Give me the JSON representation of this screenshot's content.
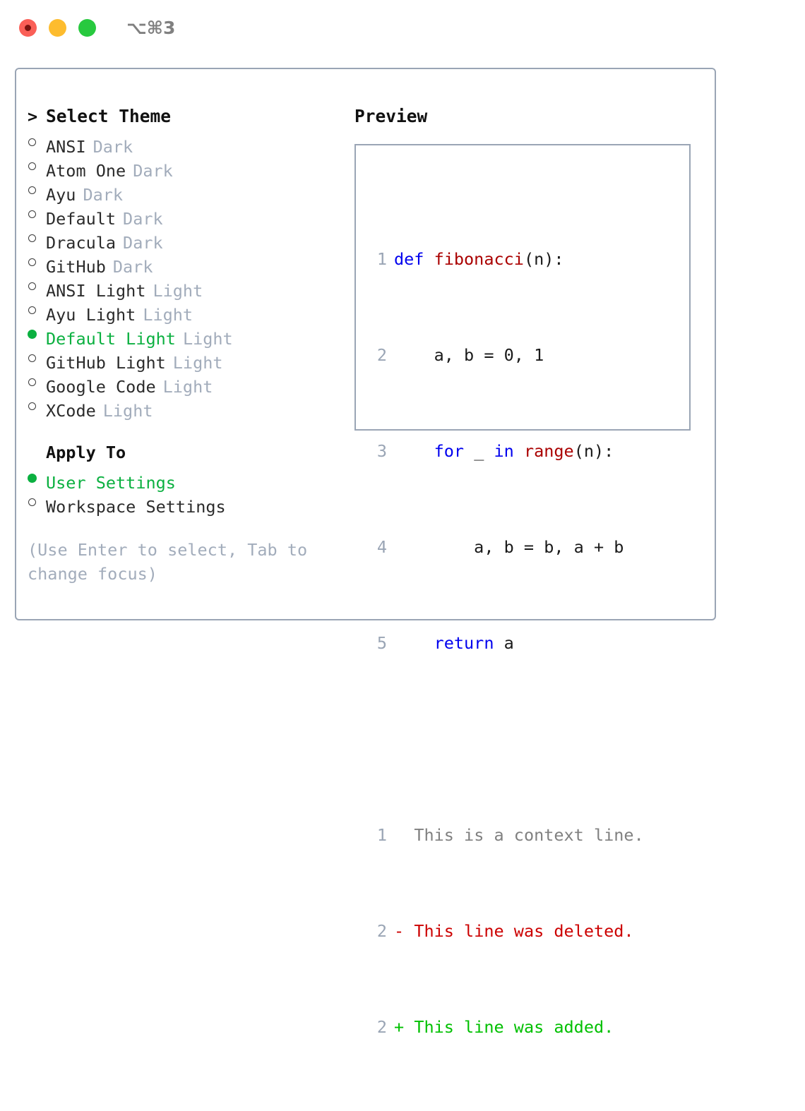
{
  "titlebar": {
    "shortcut": "⌥⌘3",
    "buttons": [
      {
        "name": "close",
        "color": "#fa5f57"
      },
      {
        "name": "minimize",
        "color": "#fdbc2e"
      },
      {
        "name": "zoom",
        "color": "#28c93f"
      }
    ]
  },
  "theme_picker": {
    "header_marker": ">",
    "header": "Select Theme",
    "items": [
      {
        "marker": "o",
        "label": "ANSI",
        "tag": "Dark",
        "selected": false
      },
      {
        "marker": "o",
        "label": "Atom One",
        "tag": "Dark",
        "selected": false
      },
      {
        "marker": "o",
        "label": "Ayu",
        "tag": "Dark",
        "selected": false
      },
      {
        "marker": "o",
        "label": "Default",
        "tag": "Dark",
        "selected": false
      },
      {
        "marker": "o",
        "label": "Dracula",
        "tag": "Dark",
        "selected": false
      },
      {
        "marker": "o",
        "label": "GitHub",
        "tag": "Dark",
        "selected": false
      },
      {
        "marker": "o",
        "label": "ANSI Light",
        "tag": "Light",
        "selected": false
      },
      {
        "marker": "o",
        "label": "Ayu Light",
        "tag": "Light",
        "selected": false
      },
      {
        "marker": "●",
        "label": "Default Light",
        "tag": "Light",
        "selected": true
      },
      {
        "marker": "o",
        "label": "GitHub Light",
        "tag": "Light",
        "selected": false
      },
      {
        "marker": "o",
        "label": "Google Code",
        "tag": "Light",
        "selected": false
      },
      {
        "marker": "o",
        "label": "XCode",
        "tag": "Light",
        "selected": false
      }
    ]
  },
  "apply_to": {
    "title": "Apply To",
    "options": [
      {
        "marker": "●",
        "label": "User Settings",
        "selected": true
      },
      {
        "marker": "o",
        "label": "Workspace Settings",
        "selected": false
      }
    ]
  },
  "hint": "(Use Enter to select, Tab to change focus)",
  "preview": {
    "title": "Preview",
    "code_lines": [
      {
        "no": "1",
        "tokens": [
          {
            "t": "def ",
            "c": "kw"
          },
          {
            "t": "fibonacci",
            "c": "fn"
          },
          {
            "t": "(n):",
            "c": "plain"
          }
        ]
      },
      {
        "no": "2",
        "tokens": [
          {
            "t": "    a, b = 0, 1",
            "c": "plain"
          }
        ]
      },
      {
        "no": "3",
        "tokens": [
          {
            "t": "    ",
            "c": "plain"
          },
          {
            "t": "for",
            "c": "kw"
          },
          {
            "t": " _ ",
            "c": "plain"
          },
          {
            "t": "in ",
            "c": "kw"
          },
          {
            "t": "range",
            "c": "fn"
          },
          {
            "t": "(n):",
            "c": "plain"
          }
        ]
      },
      {
        "no": "4",
        "tokens": [
          {
            "t": "        a, b = b, a + b",
            "c": "plain"
          }
        ]
      },
      {
        "no": "5",
        "tokens": [
          {
            "t": "    ",
            "c": "plain"
          },
          {
            "t": "return",
            "c": "kw"
          },
          {
            "t": " a",
            "c": "plain"
          }
        ]
      }
    ],
    "diff_lines": [
      {
        "no": "1",
        "sign": " ",
        "text": "This is a context line.",
        "kind": "ctx"
      },
      {
        "no": "2",
        "sign": "-",
        "text": "This line was deleted.",
        "kind": "del"
      },
      {
        "no": "2",
        "sign": "+",
        "text": "This line was added.",
        "kind": "add"
      }
    ]
  },
  "colors": {
    "selected_green": "#0bb040",
    "tag_gray": "#a2acbb",
    "border": "#9aa5b5",
    "keyword_blue": "#0000ee",
    "function_red": "#aa0000",
    "diff_add": "#00c000",
    "diff_del": "#cc0000"
  }
}
